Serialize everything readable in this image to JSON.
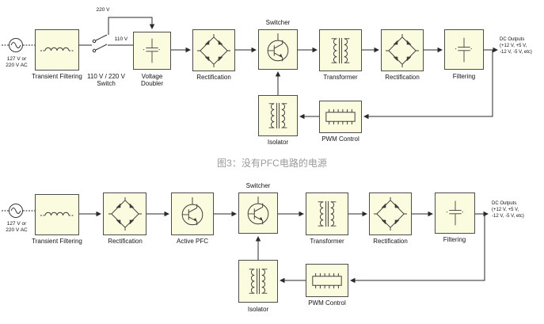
{
  "caption": "图3：没有PFC电路的电源",
  "top_diagram": {
    "source_line1": "127 V or",
    "source_line2": "220 V AC",
    "tap_220": "220 V",
    "tap_110": "110 V",
    "transient_filtering": "Transient Filtering",
    "switch": "110 V / 220 V Switch",
    "voltage_doubler": "Voltage Doubler",
    "rectification1": "Rectification",
    "switcher": "Switcher",
    "transformer": "Transformer",
    "rectification2": "Rectification",
    "filtering": "Filtering",
    "isolator": "Isolator",
    "pwm_control": "PWM Control",
    "dc1": "DC Outputs",
    "dc2": "(+12 V, +5 V,",
    "dc3": "-12 V, -5 V, etc)"
  },
  "bottom_diagram": {
    "source_line1": "127 V or",
    "source_line2": "220 V AC",
    "transient_filtering": "Transient Filtering",
    "rectification1": "Rectification",
    "active_pfc": "Active PFC",
    "switcher": "Switcher",
    "transformer": "Transformer",
    "rectification2": "Rectification",
    "filtering": "Filtering",
    "isolator": "Isolator",
    "pwm_control": "PWM Control",
    "dc1": "DC Outputs",
    "dc2": "(+12 V, +5 V,",
    "dc3": "-12 V, -5 V, etc)"
  }
}
